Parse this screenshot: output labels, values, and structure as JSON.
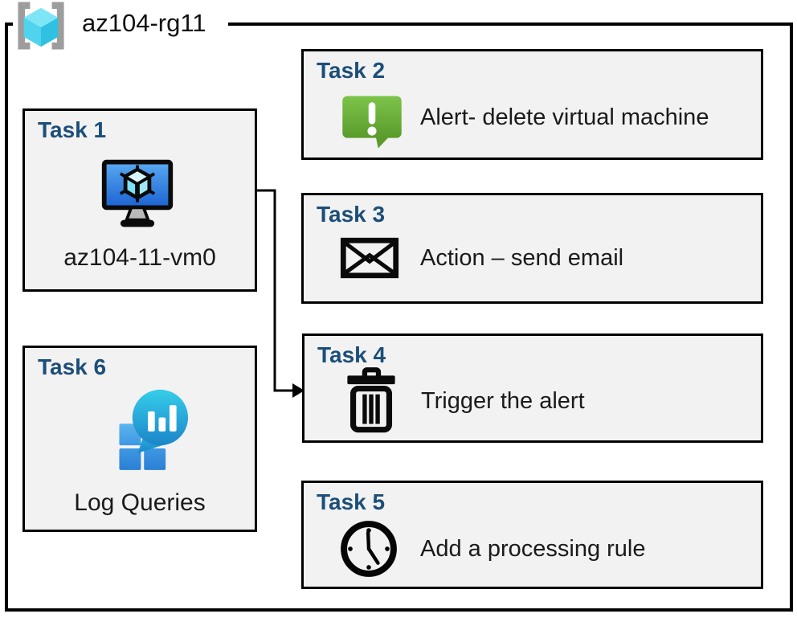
{
  "resource_group": {
    "name": "az104-rg11",
    "icon": "resource-group-icon"
  },
  "tasks": [
    {
      "title": "Task 1",
      "label": "az104-11-vm0",
      "icon": "virtual-machine-icon"
    },
    {
      "title": "Task 2",
      "label": "Alert- delete virtual machine",
      "icon": "alert-message-icon"
    },
    {
      "title": "Task 3",
      "label": "Action – send email",
      "icon": "email-envelope-icon"
    },
    {
      "title": "Task 4",
      "label": "Trigger the alert",
      "icon": "trash-icon"
    },
    {
      "title": "Task 5",
      "label": "Add a processing rule",
      "icon": "clock-icon"
    },
    {
      "title": "Task 6",
      "label": "Log Queries",
      "icon": "log-analytics-icon"
    }
  ],
  "connector": {
    "from": "task1-virtual-machine",
    "to": "task4",
    "style": "elbow-arrow"
  },
  "colors": {
    "task_title_blue": "#1c4e79",
    "box_fill": "#f2f2f2",
    "box_border": "#000000",
    "alert_green_top": "#7dc44a",
    "alert_green_bottom": "#5a9b2b",
    "vm_screen_top": "#59aaf2",
    "vm_screen_bottom": "#1b62d2",
    "log_balloon_top": "#36cdea",
    "log_balloon_bottom": "#1b85c9",
    "log_square_blue": "#3e98e3",
    "rg_cube_top": "#7de6f6",
    "rg_cube_left": "#50d3ed",
    "rg_cube_right": "#2fc1e1",
    "bracket_gray": "#9d9d9d"
  }
}
